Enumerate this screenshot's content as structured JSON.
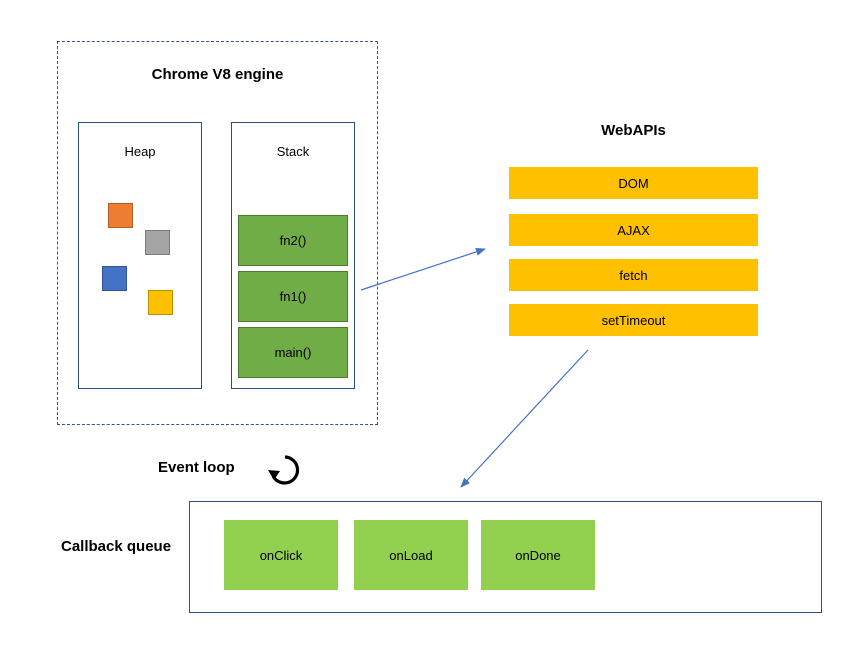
{
  "engine": {
    "title": "Chrome V8 engine"
  },
  "heap": {
    "label": "Heap",
    "objects": [
      {
        "name": "orange",
        "color": "#ed7d31"
      },
      {
        "name": "gray",
        "color": "#a5a5a5"
      },
      {
        "name": "blue",
        "color": "#4472c4"
      },
      {
        "name": "yellow",
        "color": "#ffc000"
      }
    ]
  },
  "stack": {
    "label": "Stack",
    "frames": [
      "fn2()",
      "fn1()",
      "main()"
    ],
    "frame_color": "#70ad47"
  },
  "webapis": {
    "title": "WebAPIs",
    "items": [
      "DOM",
      "AJAX",
      "fetch",
      "setTimeout"
    ],
    "item_color": "#ffc000"
  },
  "event_loop": {
    "label": "Event loop",
    "icon": "refresh-icon"
  },
  "callback_queue": {
    "label": "Callback queue",
    "items": [
      "onClick",
      "onLoad",
      "onDone"
    ],
    "item_color": "#92d050"
  },
  "arrow_color": "#4472c4"
}
